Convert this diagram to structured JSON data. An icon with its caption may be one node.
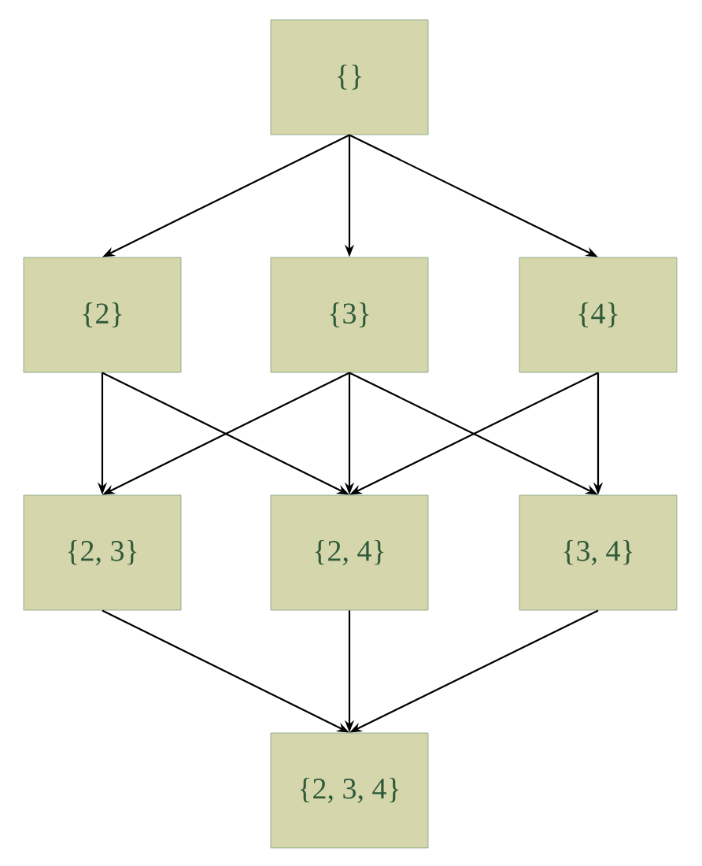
{
  "diagram": {
    "nodes": [
      {
        "text": [
          "{}"
        ]
      },
      {
        "text": [
          "{2}"
        ]
      },
      {
        "text": [
          "{3}"
        ]
      },
      {
        "text": [
          "{4}"
        ]
      },
      {
        "text": [
          "{2, 3}"
        ]
      },
      {
        "text": [
          "{2, 4}"
        ]
      },
      {
        "text": [
          "{3, 4}"
        ]
      },
      {
        "text": [
          "{2, 3, 4}"
        ]
      }
    ],
    "edges": [
      {
        "from": 0,
        "to": 1,
        "arrow": "to"
      },
      {
        "from": 0,
        "to": 2,
        "arrow": "to"
      },
      {
        "from": 0,
        "to": 3,
        "arrow": "to"
      },
      {
        "from": 1,
        "to": 4,
        "arrow": "to"
      },
      {
        "from": 1,
        "to": 5,
        "arrow": "to"
      },
      {
        "from": 2,
        "to": 4,
        "arrow": "to"
      },
      {
        "from": 2,
        "to": 5,
        "arrow": "to"
      },
      {
        "from": 2,
        "to": 6,
        "arrow": "to"
      },
      {
        "from": 3,
        "to": 5,
        "arrow": "to"
      },
      {
        "from": 3,
        "to": 6,
        "arrow": "to"
      },
      {
        "from": 4,
        "to": 7,
        "arrow": "to"
      },
      {
        "from": 5,
        "to": 7,
        "arrow": "to"
      },
      {
        "from": 6,
        "to": 7,
        "arrow": "to"
      }
    ]
  }
}
